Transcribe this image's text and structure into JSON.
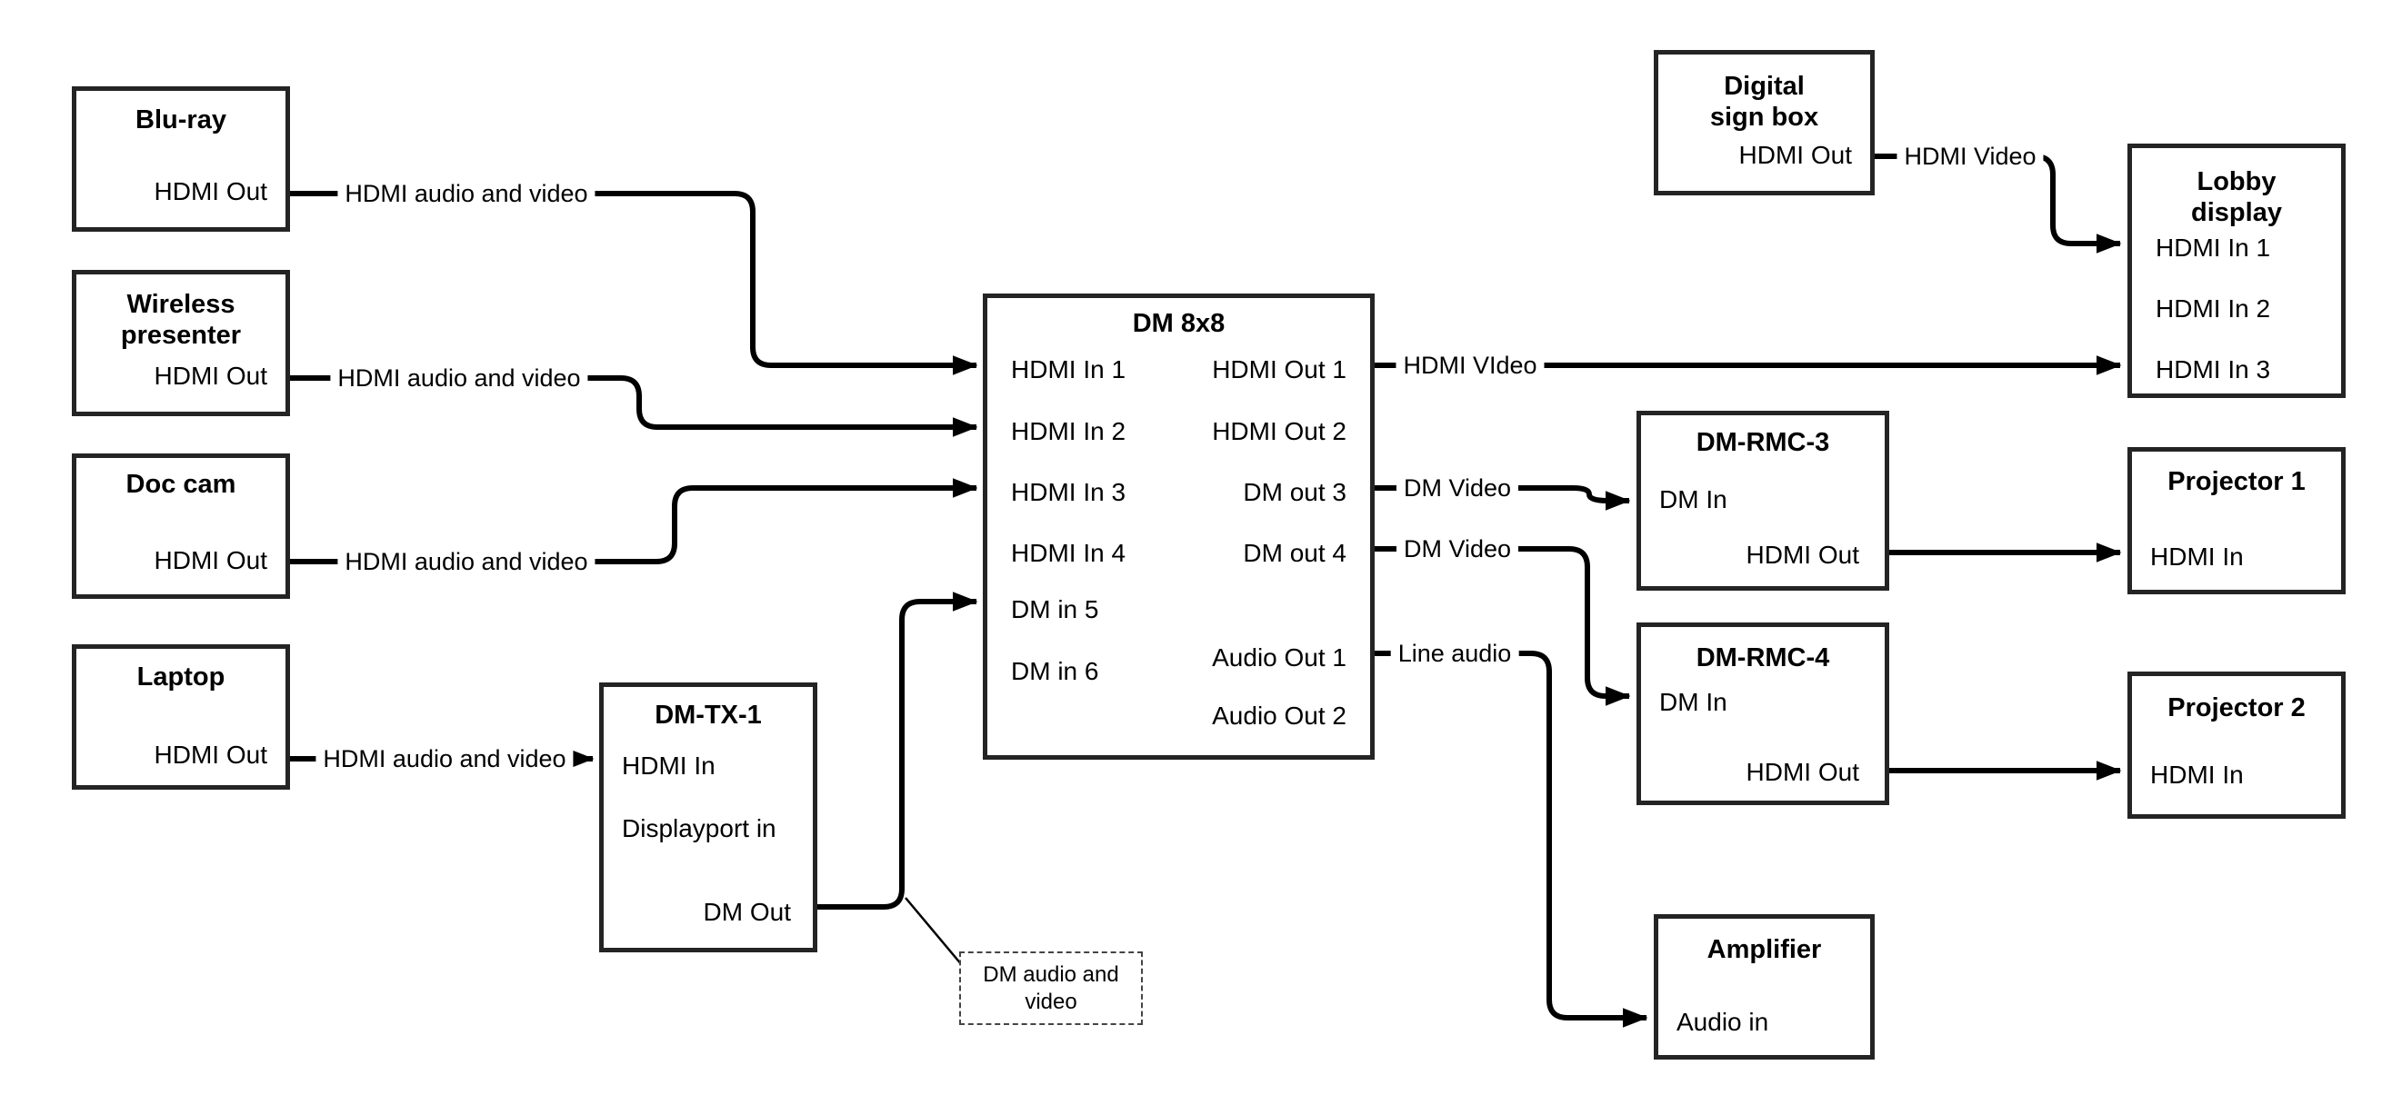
{
  "diagram": {
    "colors": {
      "wire": "#000000",
      "box_border": "#242424",
      "background": "#ffffff",
      "text": "#000000"
    },
    "boxes": [
      {
        "id": "bluray",
        "title": "Blu-ray",
        "ports": [
          "HDMI Out"
        ]
      },
      {
        "id": "wireless",
        "title": "Wireless presenter",
        "ports": [
          "HDMI Out"
        ]
      },
      {
        "id": "doccam",
        "title": "Doc cam",
        "ports": [
          "HDMI Out"
        ]
      },
      {
        "id": "laptop",
        "title": "Laptop",
        "ports": [
          "HDMI Out"
        ]
      },
      {
        "id": "dmtx1",
        "title": "DM-TX-1",
        "ports": [
          "HDMI In",
          "Displayport in",
          "DM Out"
        ]
      },
      {
        "id": "dm8x8",
        "title": "DM 8x8",
        "ports": [
          "HDMI In 1",
          "HDMI In 2",
          "HDMI In 3",
          "HDMI In 4",
          "DM in 5",
          "DM in 6",
          "HDMI Out 1",
          "HDMI Out 2",
          "DM out 3",
          "DM out 4",
          "Audio Out 1",
          "Audio Out 2"
        ]
      },
      {
        "id": "digitalsign",
        "title": "Digital sign box",
        "ports": [
          "HDMI Out"
        ]
      },
      {
        "id": "lobby",
        "title": "Lobby display",
        "ports": [
          "HDMI In 1",
          "HDMI In 2",
          "HDMI In 3"
        ]
      },
      {
        "id": "dmrmc3",
        "title": "DM-RMC-3",
        "ports": [
          "DM In",
          "HDMI Out"
        ]
      },
      {
        "id": "proj1",
        "title": "Projector 1",
        "ports": [
          "HDMI In"
        ]
      },
      {
        "id": "dmrmc4",
        "title": "DM-RMC-4",
        "ports": [
          "DM In",
          "HDMI Out"
        ]
      },
      {
        "id": "proj2",
        "title": "Projector 2",
        "ports": [
          "HDMI In"
        ]
      },
      {
        "id": "amplifier",
        "title": "Amplifier",
        "ports": [
          "Audio in"
        ]
      }
    ],
    "wire_labels": [
      "HDMI audio and video",
      "HDMI audio and video",
      "HDMI audio and video",
      "HDMI audio and video",
      "HDMI VIdeo",
      "DM Video",
      "DM Video",
      "Line audio",
      "HDMI Video"
    ],
    "note": {
      "text": "DM audio and video"
    }
  }
}
